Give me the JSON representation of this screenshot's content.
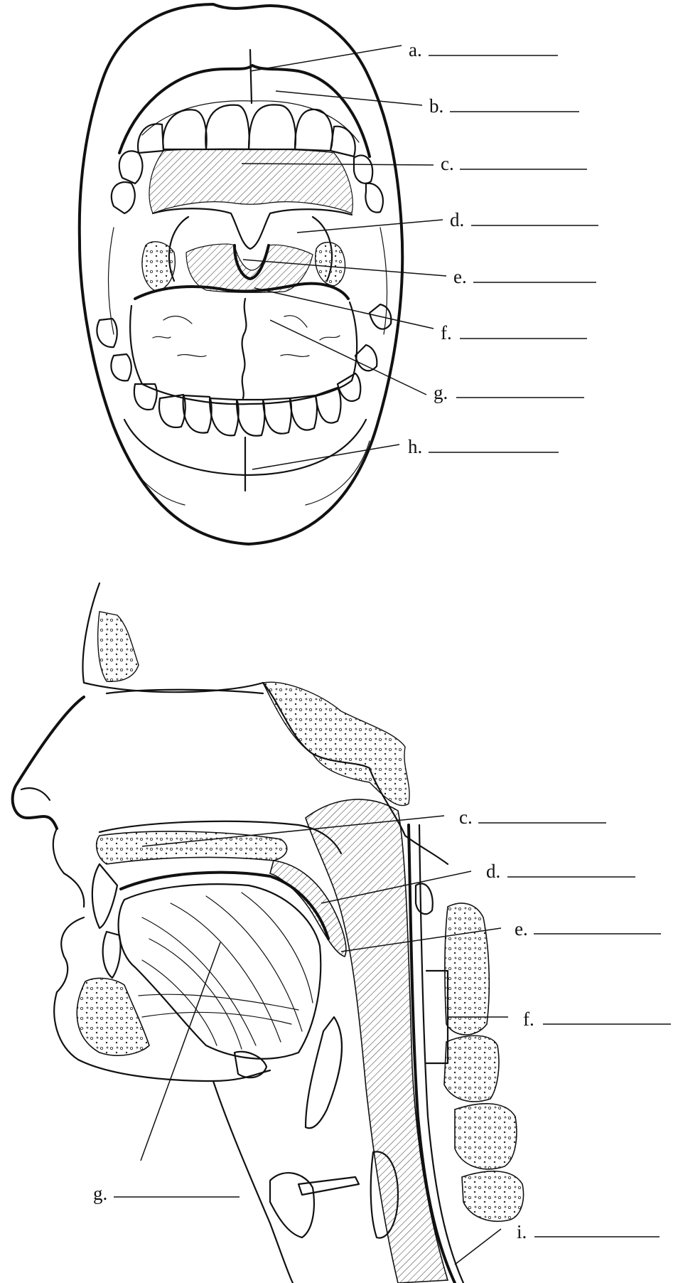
{
  "front_view": {
    "labels": [
      {
        "id": "a",
        "text": "a."
      },
      {
        "id": "b",
        "text": "b."
      },
      {
        "id": "c",
        "text": "c."
      },
      {
        "id": "d",
        "text": "d."
      },
      {
        "id": "e",
        "text": "e."
      },
      {
        "id": "f",
        "text": "f."
      },
      {
        "id": "g",
        "text": "g."
      },
      {
        "id": "h",
        "text": "h."
      }
    ]
  },
  "side_view": {
    "labels": [
      {
        "id": "c",
        "text": "c."
      },
      {
        "id": "d",
        "text": "d."
      },
      {
        "id": "e",
        "text": "e."
      },
      {
        "id": "f",
        "text": "f."
      },
      {
        "id": "g",
        "text": "g."
      },
      {
        "id": "i",
        "text": "i."
      }
    ]
  }
}
